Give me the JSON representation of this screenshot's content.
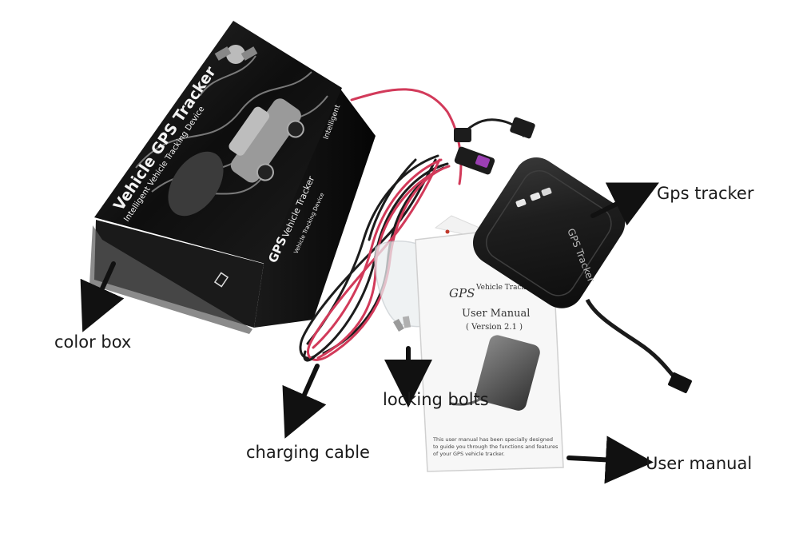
{
  "labels": {
    "color_box": "color box",
    "charging_cable": "charging cable",
    "locking_bolts": "locking bolts",
    "gps_tracker": "Gps tracker",
    "user_manual": "User manual"
  },
  "box": {
    "title": "Vehicle GPS Tracker",
    "subtitle": "Intelligent Vehicle Tracking Device",
    "side_brand": "GPS",
    "side_title": "Vehicle Tracker",
    "side_sub": "Vehicle Tracking Device",
    "tag": "Intelligent"
  },
  "manual": {
    "brand": "GPS",
    "brand_title": "Vehicle Tracker",
    "title": "User Manual",
    "version": "( Version 2.1 )",
    "footer_line1": "This user manual has been specially designed",
    "footer_line2": "to guide you through the functions and features",
    "footer_line3": "of your GPS vehicle tracker."
  },
  "device": {
    "print": "GPS Tracker"
  },
  "colors": {
    "box_dark": "#141414",
    "cable_red": "#d23a5a",
    "cable_black": "#1c1c1c",
    "tracker_body": "#1e1e1e",
    "fuse_purple": "#9b3fb3",
    "arrow": "#111111"
  }
}
